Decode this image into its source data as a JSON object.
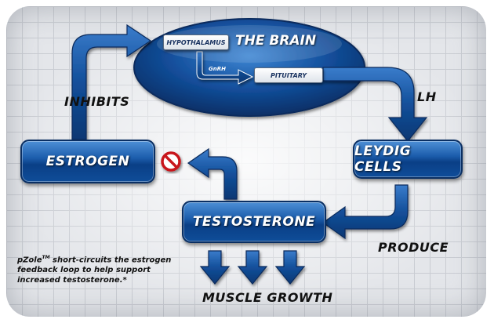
{
  "diagram": {
    "brain": {
      "title": "THE BRAIN",
      "hypothalamus": "HYPOTHALAMUS",
      "gnrh": "GnRH",
      "pituitary": "PITUITARY"
    },
    "nodes": {
      "estrogen": "ESTROGEN",
      "leydig": "LEYDIG CELLS",
      "testosterone": "TESTOSTERONE"
    },
    "edge_labels": {
      "inhibits": "INHIBITS",
      "lh": "LH",
      "produce": "PRODUCE",
      "muscle_growth": "MUSCLE GROWTH"
    },
    "footnote": {
      "brand": "pZole",
      "trademark": "TM",
      "line1_rest": " short-circuits the estrogen",
      "line2": "feedback loop to help support",
      "line3": "increased testosterone.*"
    },
    "colors": {
      "node_blue": "#1b5cab",
      "arrow_blue": "#124f9a",
      "block_symbol_red": "#c8141c"
    },
    "icons": [
      "block-symbol-icon"
    ]
  }
}
